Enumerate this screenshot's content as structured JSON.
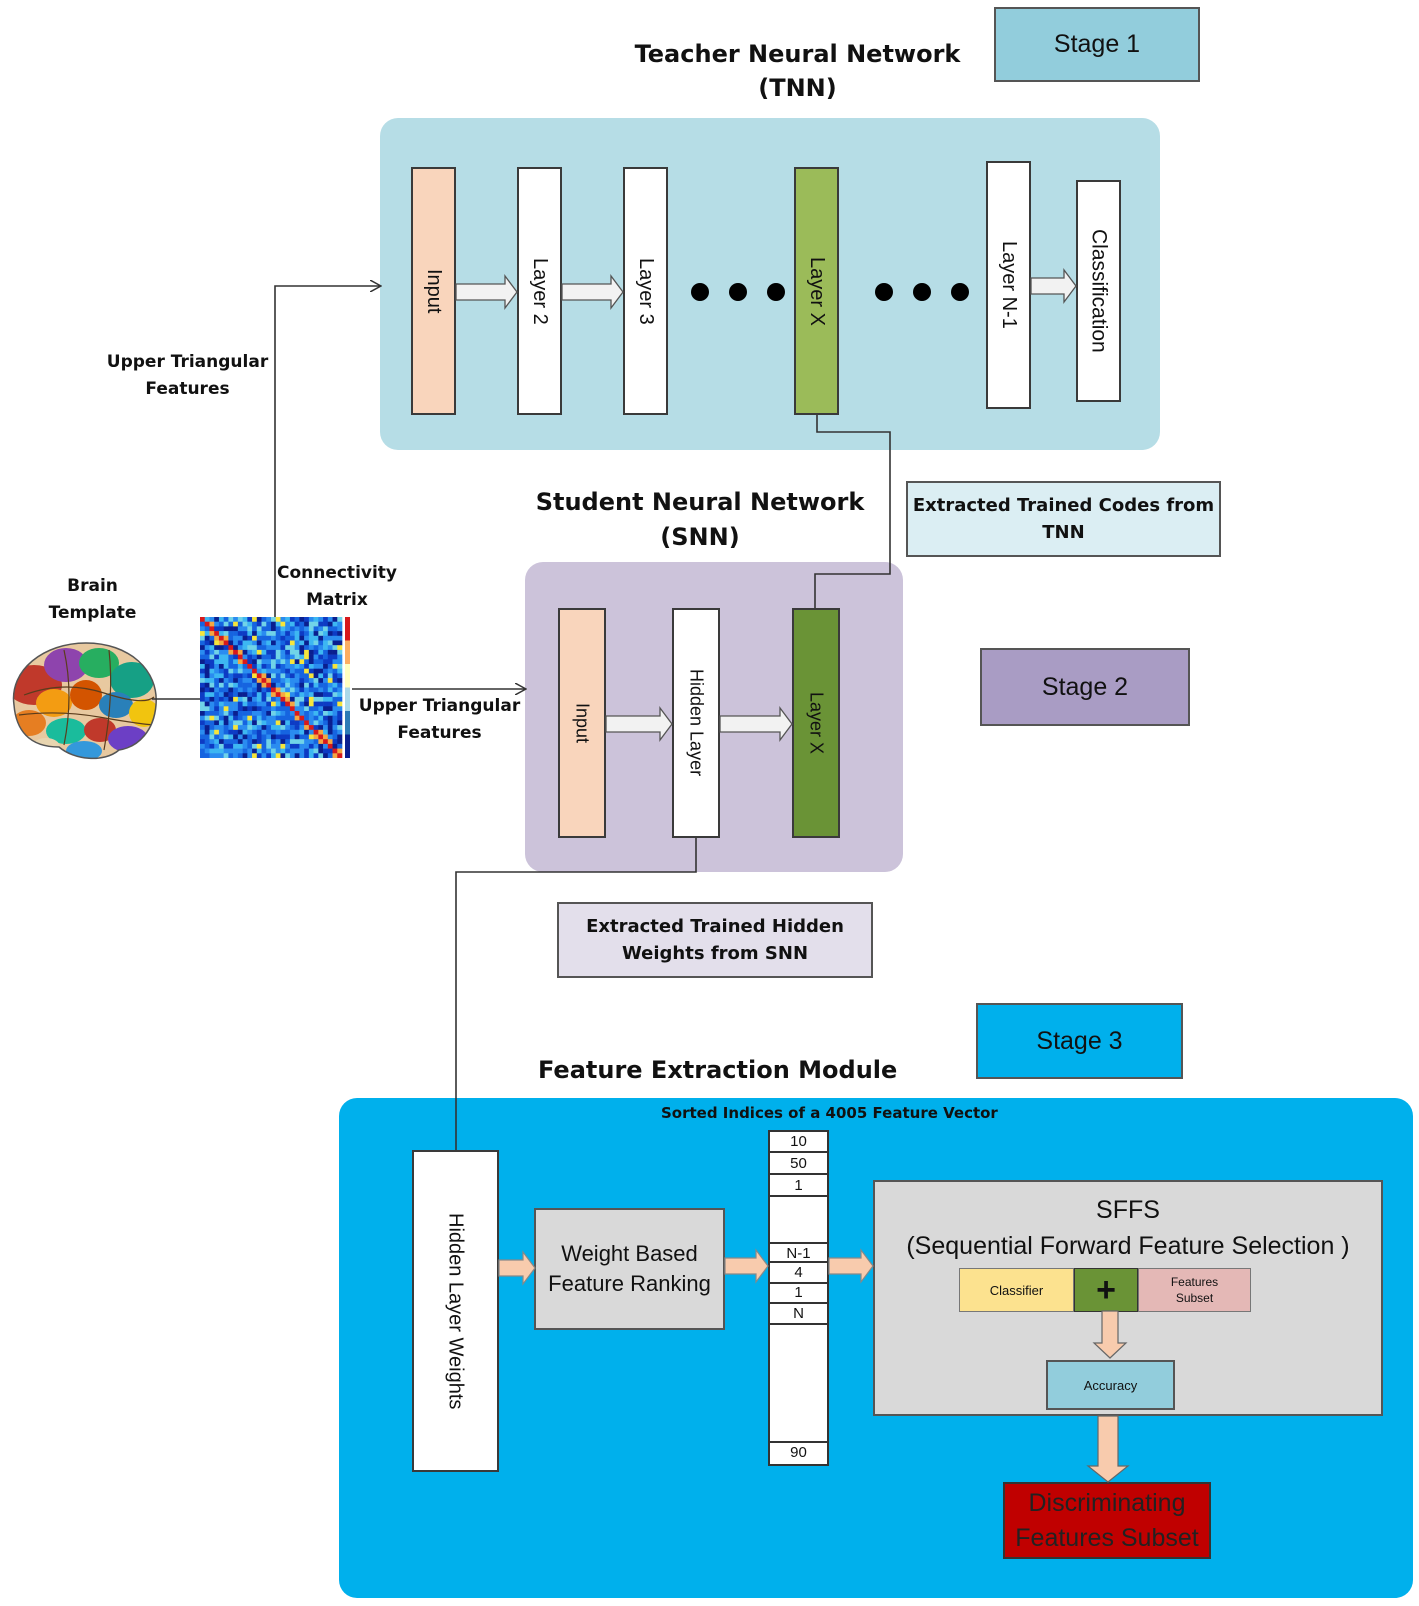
{
  "stages": {
    "stage1": "Stage 1",
    "stage2": "Stage 2",
    "stage3": "Stage 3"
  },
  "tnn": {
    "title_line1": "Teacher Neural Network",
    "title_line2": "(TNN)",
    "layers": {
      "input": "Input",
      "layer2": "Layer 2",
      "layer3": "Layer 3",
      "layerx": "Layer X",
      "layern1": "Layer N-1",
      "classification": "Classification"
    }
  },
  "snn": {
    "title_line1": "Student Neural Network",
    "title_line2": "(SNN)",
    "layers": {
      "input": "Input",
      "hidden": "Hidden Layer",
      "layerx": "Layer X"
    }
  },
  "notes": {
    "tnn_codes_line1": "Extracted Trained Codes from",
    "tnn_codes_line2": "TNN",
    "snn_weights_line1": "Extracted Trained Hidden",
    "snn_weights_line2": "Weights from SNN"
  },
  "inputs": {
    "brain_line1": "Brain",
    "brain_line2": "Template",
    "matrix_line1": "Connectivity",
    "matrix_line2": "Matrix",
    "upper_top_line1": "Upper Triangular",
    "upper_top_line2": "Features",
    "upper_mid_line1": "Upper Triangular",
    "upper_mid_line2": "Features"
  },
  "fem": {
    "title": "Feature Extraction Module",
    "sorted_label": "Sorted Indices of a 4005 Feature Vector",
    "hidden_weights": "Hidden Layer Weights",
    "ranking_line1": "Weight Based",
    "ranking_line2": "Feature Ranking",
    "indices": {
      "i0": "10",
      "i1": "50",
      "i2": "1",
      "i3": "N-1",
      "i4": "4",
      "i5": "1",
      "i6": "N",
      "i7": "90"
    },
    "sffs_line1": "SFFS",
    "sffs_line2": "(Sequential Forward Feature Selection )",
    "classifier": "Classifier",
    "plus": "+",
    "subset_line1": "Features",
    "subset_line2": "Subset",
    "accuracy": "Accuracy",
    "result_line1": "Discriminating",
    "result_line2": "Features Subset"
  },
  "colors": {
    "tnn_panel": "#b6dde6",
    "snn_panel": "#ccc3da",
    "fem_panel": "#00b0ec",
    "input_layer": "#f9d5bc",
    "tnn_layerx": "#9bbb59",
    "snn_layerx": "#6a9336",
    "stage1": "#92cddc",
    "stage2": "#a99cc4",
    "stage3": "#00b0ec",
    "classifier": "#fce28f",
    "plus_box": "#6a9336",
    "subset": "#e4b8b6",
    "accuracy": "#92cddc",
    "result": "#c00000",
    "sffs_box": "#d9d9d9"
  }
}
